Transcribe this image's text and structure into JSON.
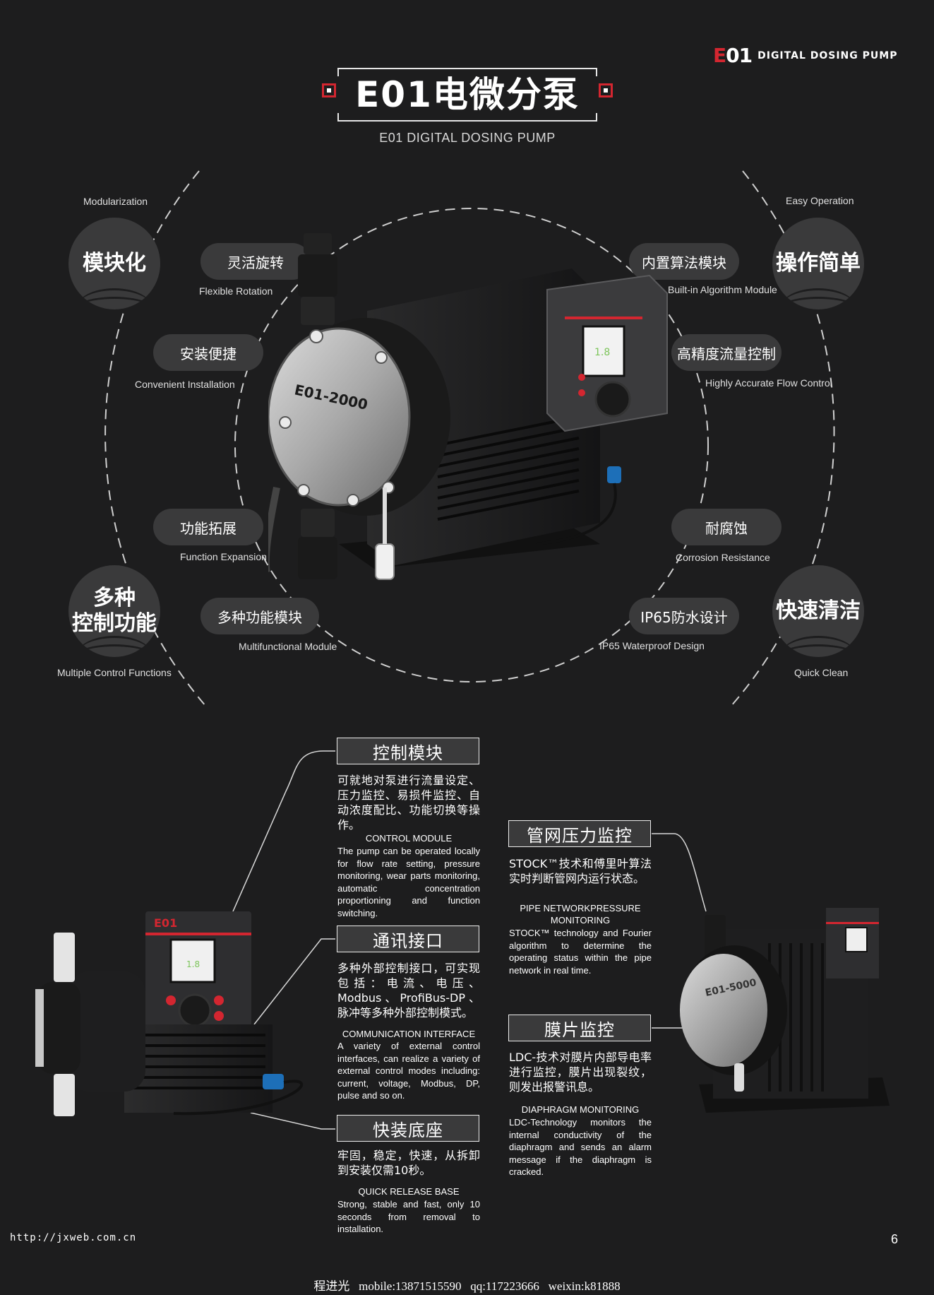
{
  "brand": {
    "logo_e": "E",
    "logo_num": "01",
    "text": "DIGITAL DOSING PUMP"
  },
  "header": {
    "title": "E01电微分泵",
    "subtitle": "E01  DIGITAL DOSING PUMP"
  },
  "feature_circles": [
    {
      "zh": "模块化",
      "en": "Modularization"
    },
    {
      "zh": "操作简单",
      "en": "Easy Operation"
    },
    {
      "zh_line1": "多种",
      "zh_line2": "控制功能",
      "en": "Multiple Control Functions"
    },
    {
      "zh": "快速清洁",
      "en": "Quick Clean"
    }
  ],
  "feature_pills": [
    {
      "zh": "灵活旋转",
      "en": "Flexible Rotation"
    },
    {
      "zh": "安装便捷",
      "en": "Convenient Installation"
    },
    {
      "zh": "功能拓展",
      "en": "Function Expansion"
    },
    {
      "zh": "多种功能模块",
      "en": "Multifunctional Module"
    },
    {
      "zh": "内置算法模块",
      "en": "Built-in Algorithm Module"
    },
    {
      "zh": "高精度流量控制",
      "en": "Highly Accurate Flow Control"
    },
    {
      "zh": "耐腐蚀",
      "en": "Corrosion Resistance"
    },
    {
      "zh": "IP65防水设计",
      "en": "IP65 Waterproof Design"
    }
  ],
  "pump": {
    "model_main": "E01-2000",
    "model_side": "E01-5000",
    "display_value": "1.8",
    "front_logo": "E01"
  },
  "modules": [
    {
      "title": "控制模块",
      "zh": "可就地对泵进行流量设定、压力监控、易损件监控、自动浓度配比、功能切换等操作。",
      "en_heading": "CONTROL MODULE",
      "en": "The pump can be operated locally for flow rate setting, pressure monitoring, wear parts monitoring, automatic concentration proportioning and function switching."
    },
    {
      "title": "通讯接口",
      "zh": "多种外部控制接口，可实现包括：电流、电压、Modbus、ProfiBus-DP、脉冲等多种外部控制模式。",
      "en_heading": "COMMUNICATION INTERFACE",
      "en": "A variety of external control interfaces, can realize a variety of external control modes including: current, voltage, Modbus, DP, pulse and so on."
    },
    {
      "title": "快装底座",
      "zh": "牢固，稳定，快速，从拆卸到安装仅需10秒。",
      "en_heading": "QUICK RELEASE BASE",
      "en": "Strong, stable and fast, only 10 seconds from removal to installation."
    },
    {
      "title": "管网压力监控",
      "zh": "STOCK™技术和傅里叶算法实时判断管网内运行状态。",
      "en_heading": "PIPE NETWORKPRESSURE MONITORING",
      "en": "STOCK™ technology and Fourier algorithm to determine the operating status within the pipe network in real time."
    },
    {
      "title": "膜片监控",
      "zh": "LDC-技术对膜片内部导电率进行监控，膜片出现裂纹，则发出报警讯息。",
      "en_heading": "DIAPHRAGM MONITORING",
      "en": "LDC-Technology monitors the internal conductivity of the diaphragm and sends an alarm message if the diaphragm is cracked."
    }
  ],
  "footer": {
    "url": "http://jxweb.com.cn",
    "page": "6",
    "contact": "程进光   mobile:13871515590   qq:117223666   weixin:k81888"
  },
  "colors": {
    "background": "#1d1d1e",
    "accent": "#d32630",
    "panel": "#3a3a3b",
    "display_green": "#7dc55b",
    "connector_blue": "#1d6fb8"
  }
}
